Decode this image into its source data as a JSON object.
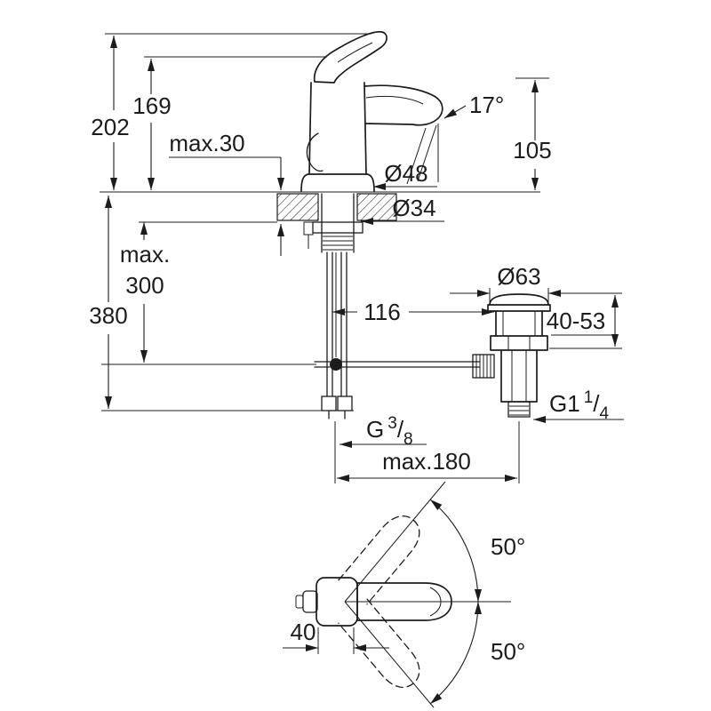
{
  "colors": {
    "line": "#1c1c1c",
    "background": "#ffffff"
  },
  "dims": {
    "d202": "202",
    "d169": "169",
    "max30": "max.30",
    "angle17": "17°",
    "d105": "105",
    "dia48": "Ø48",
    "dia34": "Ø34",
    "max_line1": "max.",
    "max_line2": "300",
    "d380": "380",
    "d116": "116",
    "dia63": "Ø63",
    "range4053": "40-53",
    "g38_prefix": "G",
    "g38_num": "3",
    "g38_sep": "/",
    "g38_den": "8",
    "g114_prefix": "G1",
    "g114_num": "1",
    "g114_sep": "/",
    "g114_den": "4",
    "max180": "max.180",
    "angle50_top": "50°",
    "angle50_bottom": "50°",
    "d40": "40"
  }
}
